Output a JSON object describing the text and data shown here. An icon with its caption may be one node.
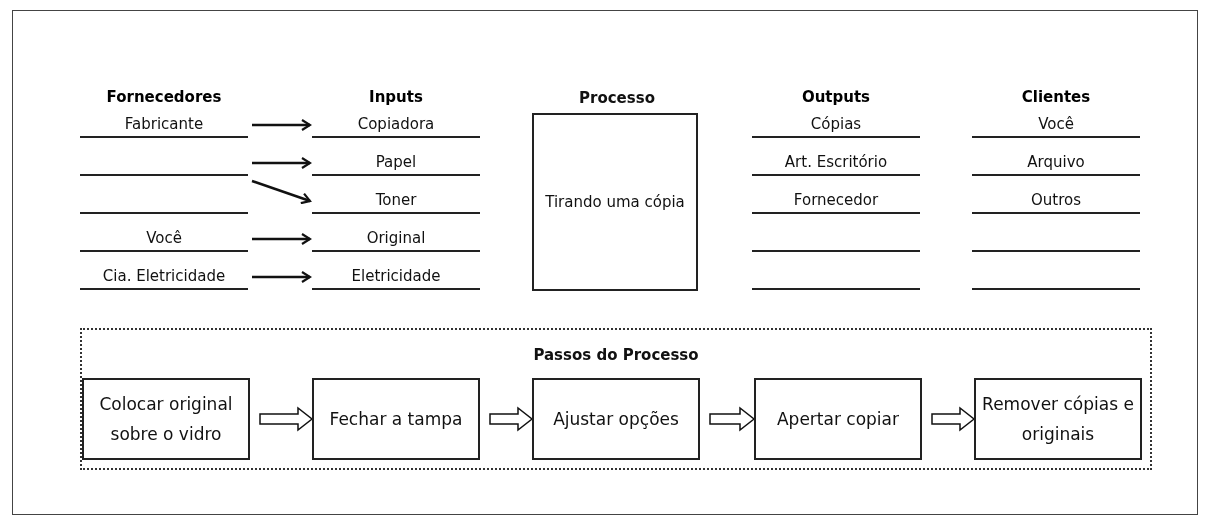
{
  "diagram": {
    "nodes": [
      {
        "text": [
          "Fabricante"
        ]
      },
      {
        "text": [],
        "shape": "line"
      },
      {
        "text": [],
        "shape": "line"
      },
      {
        "text": [
          "Você"
        ]
      },
      {
        "text": [
          "Cia. Eletricidade"
        ]
      },
      {
        "text": [
          "Copiadora"
        ]
      },
      {
        "text": [
          "Papel"
        ]
      },
      {
        "text": [
          "Toner"
        ]
      },
      {
        "text": [
          "Original"
        ]
      },
      {
        "text": [
          "Eletricidade"
        ]
      },
      {
        "text": [
          "Processo",
          "Tirando uma cópia"
        ]
      },
      {
        "text": [
          "Cópias"
        ]
      },
      {
        "text": [
          "Art. Escritório"
        ]
      },
      {
        "text": [
          "Fornecedor"
        ]
      },
      {
        "text": [],
        "shape": "line"
      },
      {
        "text": [],
        "shape": "line"
      },
      {
        "text": [
          "Você"
        ]
      },
      {
        "text": [
          "Arquivo"
        ]
      },
      {
        "text": [
          "Outros"
        ]
      },
      {
        "text": [],
        "shape": "line"
      },
      {
        "text": [],
        "shape": "line"
      },
      {
        "text": [
          "Passos do Processo"
        ]
      },
      {
        "text": [
          "Colocar original sobre o vidro"
        ],
        "in": 21
      },
      {
        "text": [
          "Fechar a tampa"
        ],
        "in": 21
      },
      {
        "text": [
          "Ajustar opções"
        ],
        "in": 21
      },
      {
        "text": [
          "Apertar copiar"
        ],
        "in": 21
      },
      {
        "text": [
          "Remover cópias e originais"
        ],
        "in": 21
      }
    ],
    "edges": [
      {
        "from": 0,
        "to": 5,
        "arrow": "to"
      },
      {
        "from": 1,
        "to": 6,
        "arrow": "to"
      },
      {
        "from": 1,
        "to": 7,
        "arrow": "to"
      },
      {
        "from": 3,
        "to": 8,
        "arrow": "to"
      },
      {
        "from": 4,
        "to": 9,
        "arrow": "to"
      },
      {
        "from": 22,
        "to": 23,
        "arrow": "to"
      },
      {
        "from": 23,
        "to": 24,
        "arrow": "to"
      },
      {
        "from": 24,
        "to": 25,
        "arrow": "to"
      },
      {
        "from": 25,
        "to": 26,
        "arrow": "to"
      }
    ],
    "labels": [
      "Fornecedores",
      "Inputs",
      "Outputs",
      "Clientes"
    ]
  }
}
